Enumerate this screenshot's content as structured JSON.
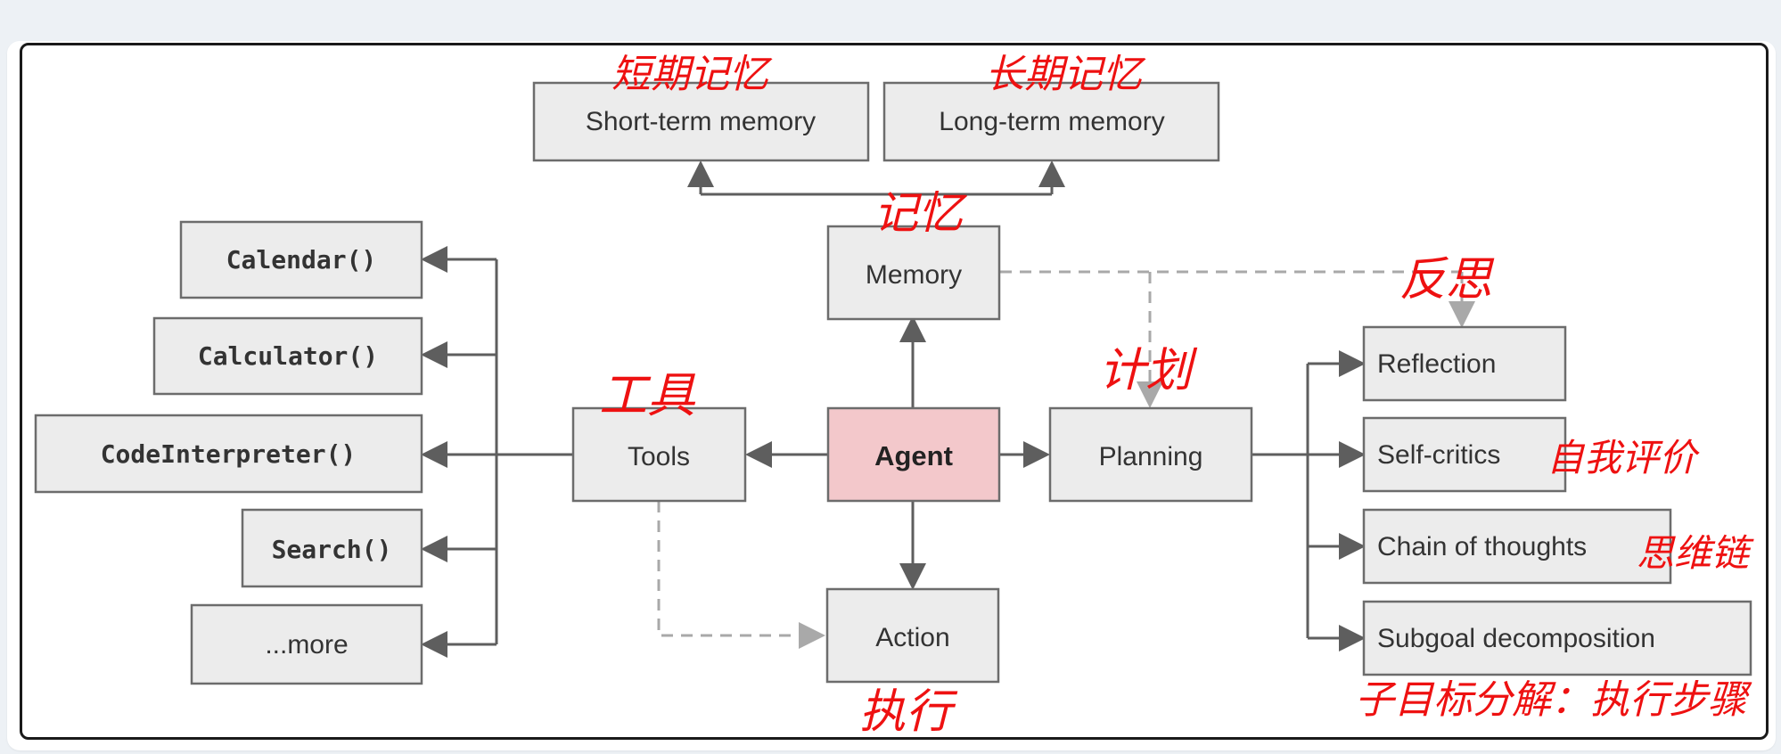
{
  "diagram": {
    "nodes": {
      "short_term_memory": "Short-term memory",
      "long_term_memory": "Long-term memory",
      "memory": "Memory",
      "agent": "Agent",
      "tools": "Tools",
      "planning": "Planning",
      "action": "Action",
      "calendar": "Calendar()",
      "calculator": "Calculator()",
      "code_interpreter": "CodeInterpreter()",
      "search": "Search()",
      "more": "...more",
      "reflection": "Reflection",
      "self_critics": "Self-critics",
      "chain_of_thoughts": "Chain of thoughts",
      "subgoal_decomposition": "Subgoal decomposition"
    },
    "annotations": {
      "short_term_memory": "短期记忆",
      "long_term_memory": "长期记忆",
      "memory": "记忆",
      "tools": "工具",
      "planning": "计划",
      "reflection": "反思",
      "self_critics": "自我评价",
      "chain_of_thoughts": "思维链",
      "subgoal_decomposition": "子目标分解：执行步骤",
      "action": "执行"
    },
    "colors": {
      "agent_fill": "#f3c8cb",
      "box_fill": "#ececec",
      "annotation": "#ee1111",
      "arrow": "#5e5e5e",
      "dashed": "#a9a9a9"
    }
  }
}
